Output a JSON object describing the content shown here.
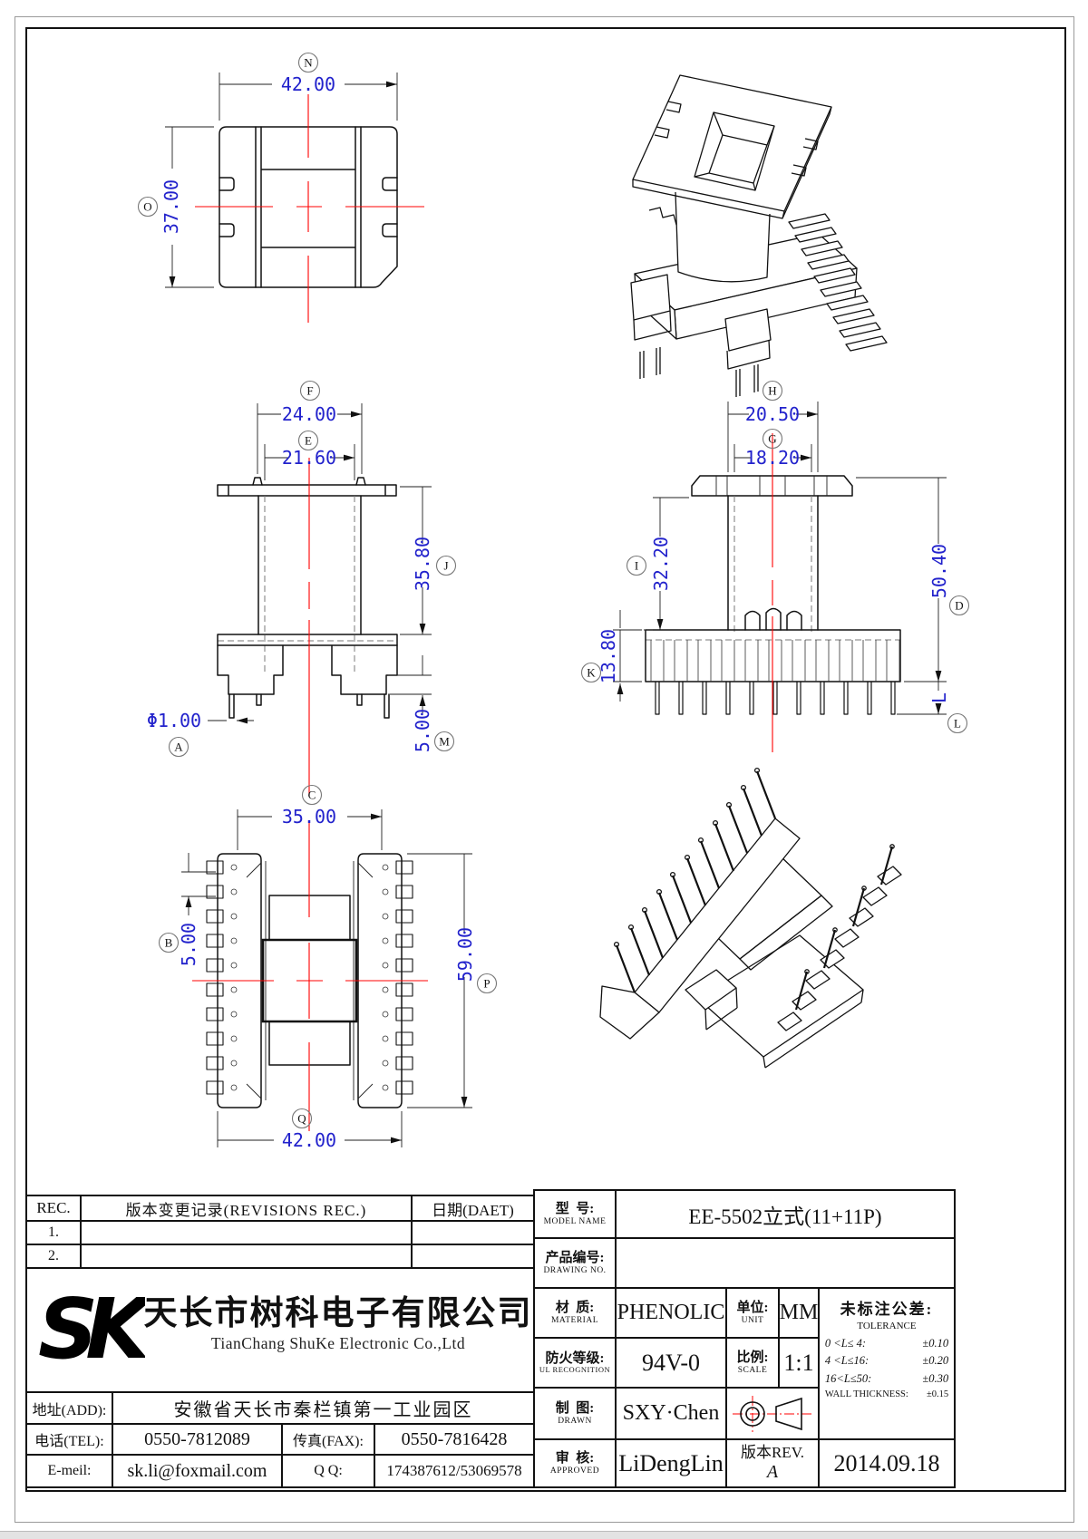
{
  "colors": {
    "dimension": "#2222cc",
    "centerline": "#ff0000",
    "line": "#111111"
  },
  "views": {
    "top": {
      "balloon_width": "N",
      "dim_width": "42.00",
      "balloon_height": "O",
      "dim_height": "37.00"
    },
    "front": {
      "balloon_flange": "F",
      "dim_flange": "24.00",
      "balloon_tube": "E",
      "dim_tube": "21.60",
      "balloon_body": "J",
      "dim_body": "35.80",
      "balloon_pin_len": "M",
      "dim_pin_len": "5.00",
      "balloon_pin_dia": "A",
      "dim_pin_dia": "Φ1.00"
    },
    "side": {
      "balloon_flange": "H",
      "dim_flange": "20.50",
      "balloon_tube": "G",
      "dim_tube": "18.20",
      "balloon_body": "I",
      "dim_body": "32.20",
      "balloon_base": "K",
      "dim_base": "13.80",
      "balloon_total": "D",
      "dim_total": "50.40",
      "balloon_pin": "L",
      "dim_pin": "L"
    },
    "bottom": {
      "balloon_center": "C",
      "dim_center": "35.00",
      "balloon_pitch": "B",
      "dim_pitch": "5.00",
      "balloon_length": "P",
      "dim_length": "59.00",
      "balloon_width": "Q",
      "dim_width": "42.00"
    }
  },
  "revisions": {
    "col_rec": "REC.",
    "col_desc": "版本变更记录(REVISIONS REC.)",
    "col_date": "日期(DAET)",
    "rows": [
      {
        "no": "1."
      },
      {
        "no": "2."
      }
    ]
  },
  "company": {
    "logo": "SK",
    "name_cn": "天长市树科电子有限公司",
    "name_en": "TianChang ShuKe Electronic Co.,Ltd",
    "addr_label": "地址(ADD):",
    "addr": "安徽省天长市秦栏镇第一工业园区",
    "tel_label": "电话(TEL):",
    "tel": "0550-7812089",
    "fax_label": "传真(FAX):",
    "fax": "0550-7816428",
    "email_label": "E-meil:",
    "email": "sk.li@foxmail.com",
    "qq_label": "Q Q:",
    "qq": "174387612/53069578"
  },
  "spec": {
    "model_label_cn": "型  号:",
    "model_label_en": "MODEL NAME",
    "model": "EE-5502立式(11+11P)",
    "drawing_label_cn": "产品编号:",
    "drawing_label_en": "DRAWING NO.",
    "drawing_no": "",
    "material_label_cn": "材  质:",
    "material_label_en": "MATERIAL",
    "material": "PHENOLIC",
    "unit_label_cn": "单位:",
    "unit_label_en": "UNIT",
    "unit": "MM",
    "fire_label_cn": "防火等级:",
    "fire_label_en": "UL RECOGNITION",
    "fire": "94V-0",
    "scale_label_cn": "比例:",
    "scale_label_en": "SCALE",
    "scale": "1:1",
    "drawn_label_cn": "制  图:",
    "drawn_label_en": "DRAWN",
    "drawn": "SXY·Chen",
    "approved_label_cn": "审  核:",
    "approved_label_en": "APPROVED",
    "approved": "LiDengLin",
    "rev_label": "版本REV.",
    "rev": "A",
    "date": "2014.09.18",
    "tol_title_cn": "未标注公差:",
    "tol_title_en": "TOLERANCE",
    "tolerances": [
      {
        "range": "0 <L≤ 4:",
        "value": "±0.10"
      },
      {
        "range": "4 <L≤16:",
        "value": "±0.20"
      },
      {
        "range": "16<L≤50:",
        "value": "±0.30"
      },
      {
        "range": "WALL THICKNESS:",
        "value": "±0.15"
      }
    ]
  }
}
